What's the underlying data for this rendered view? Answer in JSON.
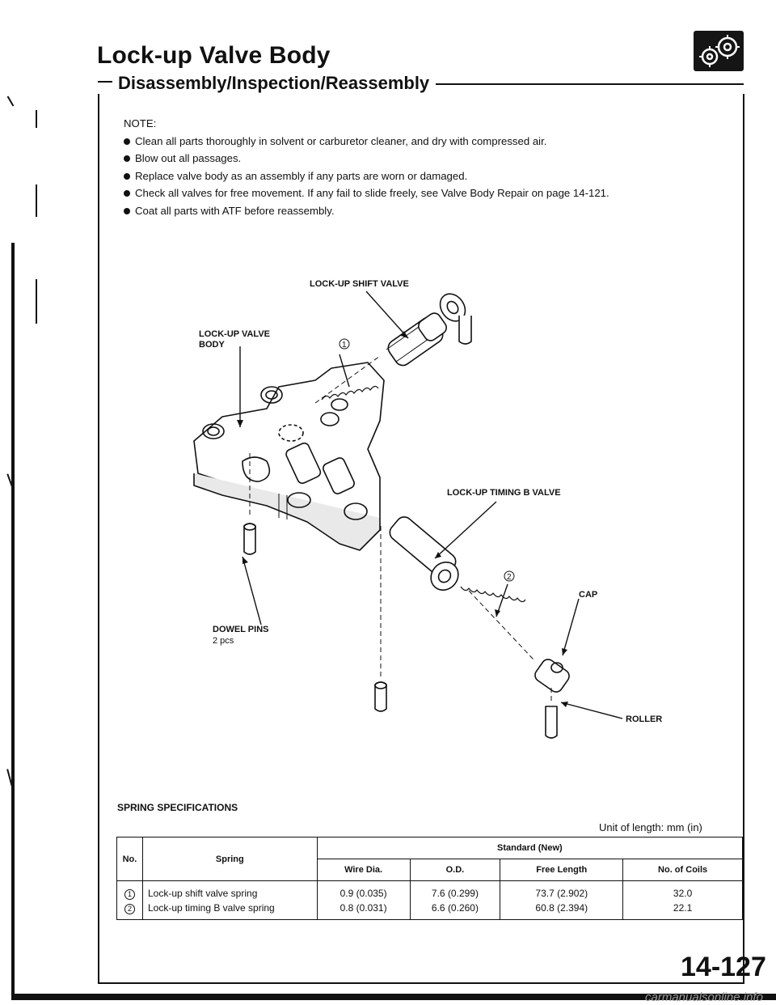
{
  "header": {
    "title": "Lock-up Valve Body",
    "subtitle": "Disassembly/Inspection/Reassembly"
  },
  "notes": {
    "heading": "NOTE:",
    "items": [
      "Clean all parts thoroughly in solvent or carburetor cleaner, and dry with compressed air.",
      "Blow out all passages.",
      "Replace valve body as an assembly if any parts are worn or damaged.",
      "Check all valves for free movement. If any fail to slide freely, see Valve Body Repair on page 14-121.",
      "Coat all parts with ATF before reassembly."
    ]
  },
  "diagram": {
    "labels": {
      "shift_valve": "LOCK-UP SHIFT VALVE",
      "valve_body_1": "LOCK-UP VALVE",
      "valve_body_2": "BODY",
      "timing_valve": "LOCK-UP TIMING B VALVE",
      "cap": "CAP",
      "dowel_pins": "DOWEL PINS",
      "dowel_qty": "2 pcs",
      "roller": "ROLLER",
      "callout_1": "1",
      "callout_2": "2"
    }
  },
  "spring_specs": {
    "title": "SPRING SPECIFICATIONS",
    "unit_note": "Unit of length: mm (in)",
    "headers": {
      "no": "No.",
      "spring": "Spring",
      "standard": "Standard (New)",
      "wire_dia": "Wire Dia.",
      "od": "O.D.",
      "free_length": "Free Length",
      "coils": "No. of Coils"
    },
    "rows": [
      {
        "no": "1",
        "spring": "Lock-up shift valve spring",
        "wire_dia": "0.9 (0.035)",
        "od": "7.6 (0.299)",
        "free_length": "73.7 (2.902)",
        "coils": "32.0"
      },
      {
        "no": "2",
        "spring": "Lock-up timing B valve spring",
        "wire_dia": "0.8 (0.031)",
        "od": "6.6 (0.260)",
        "free_length": "60.8 (2.394)",
        "coils": "22.1"
      }
    ]
  },
  "footer": {
    "page_number": "14-127",
    "watermark": "carmanualsonline.info"
  }
}
